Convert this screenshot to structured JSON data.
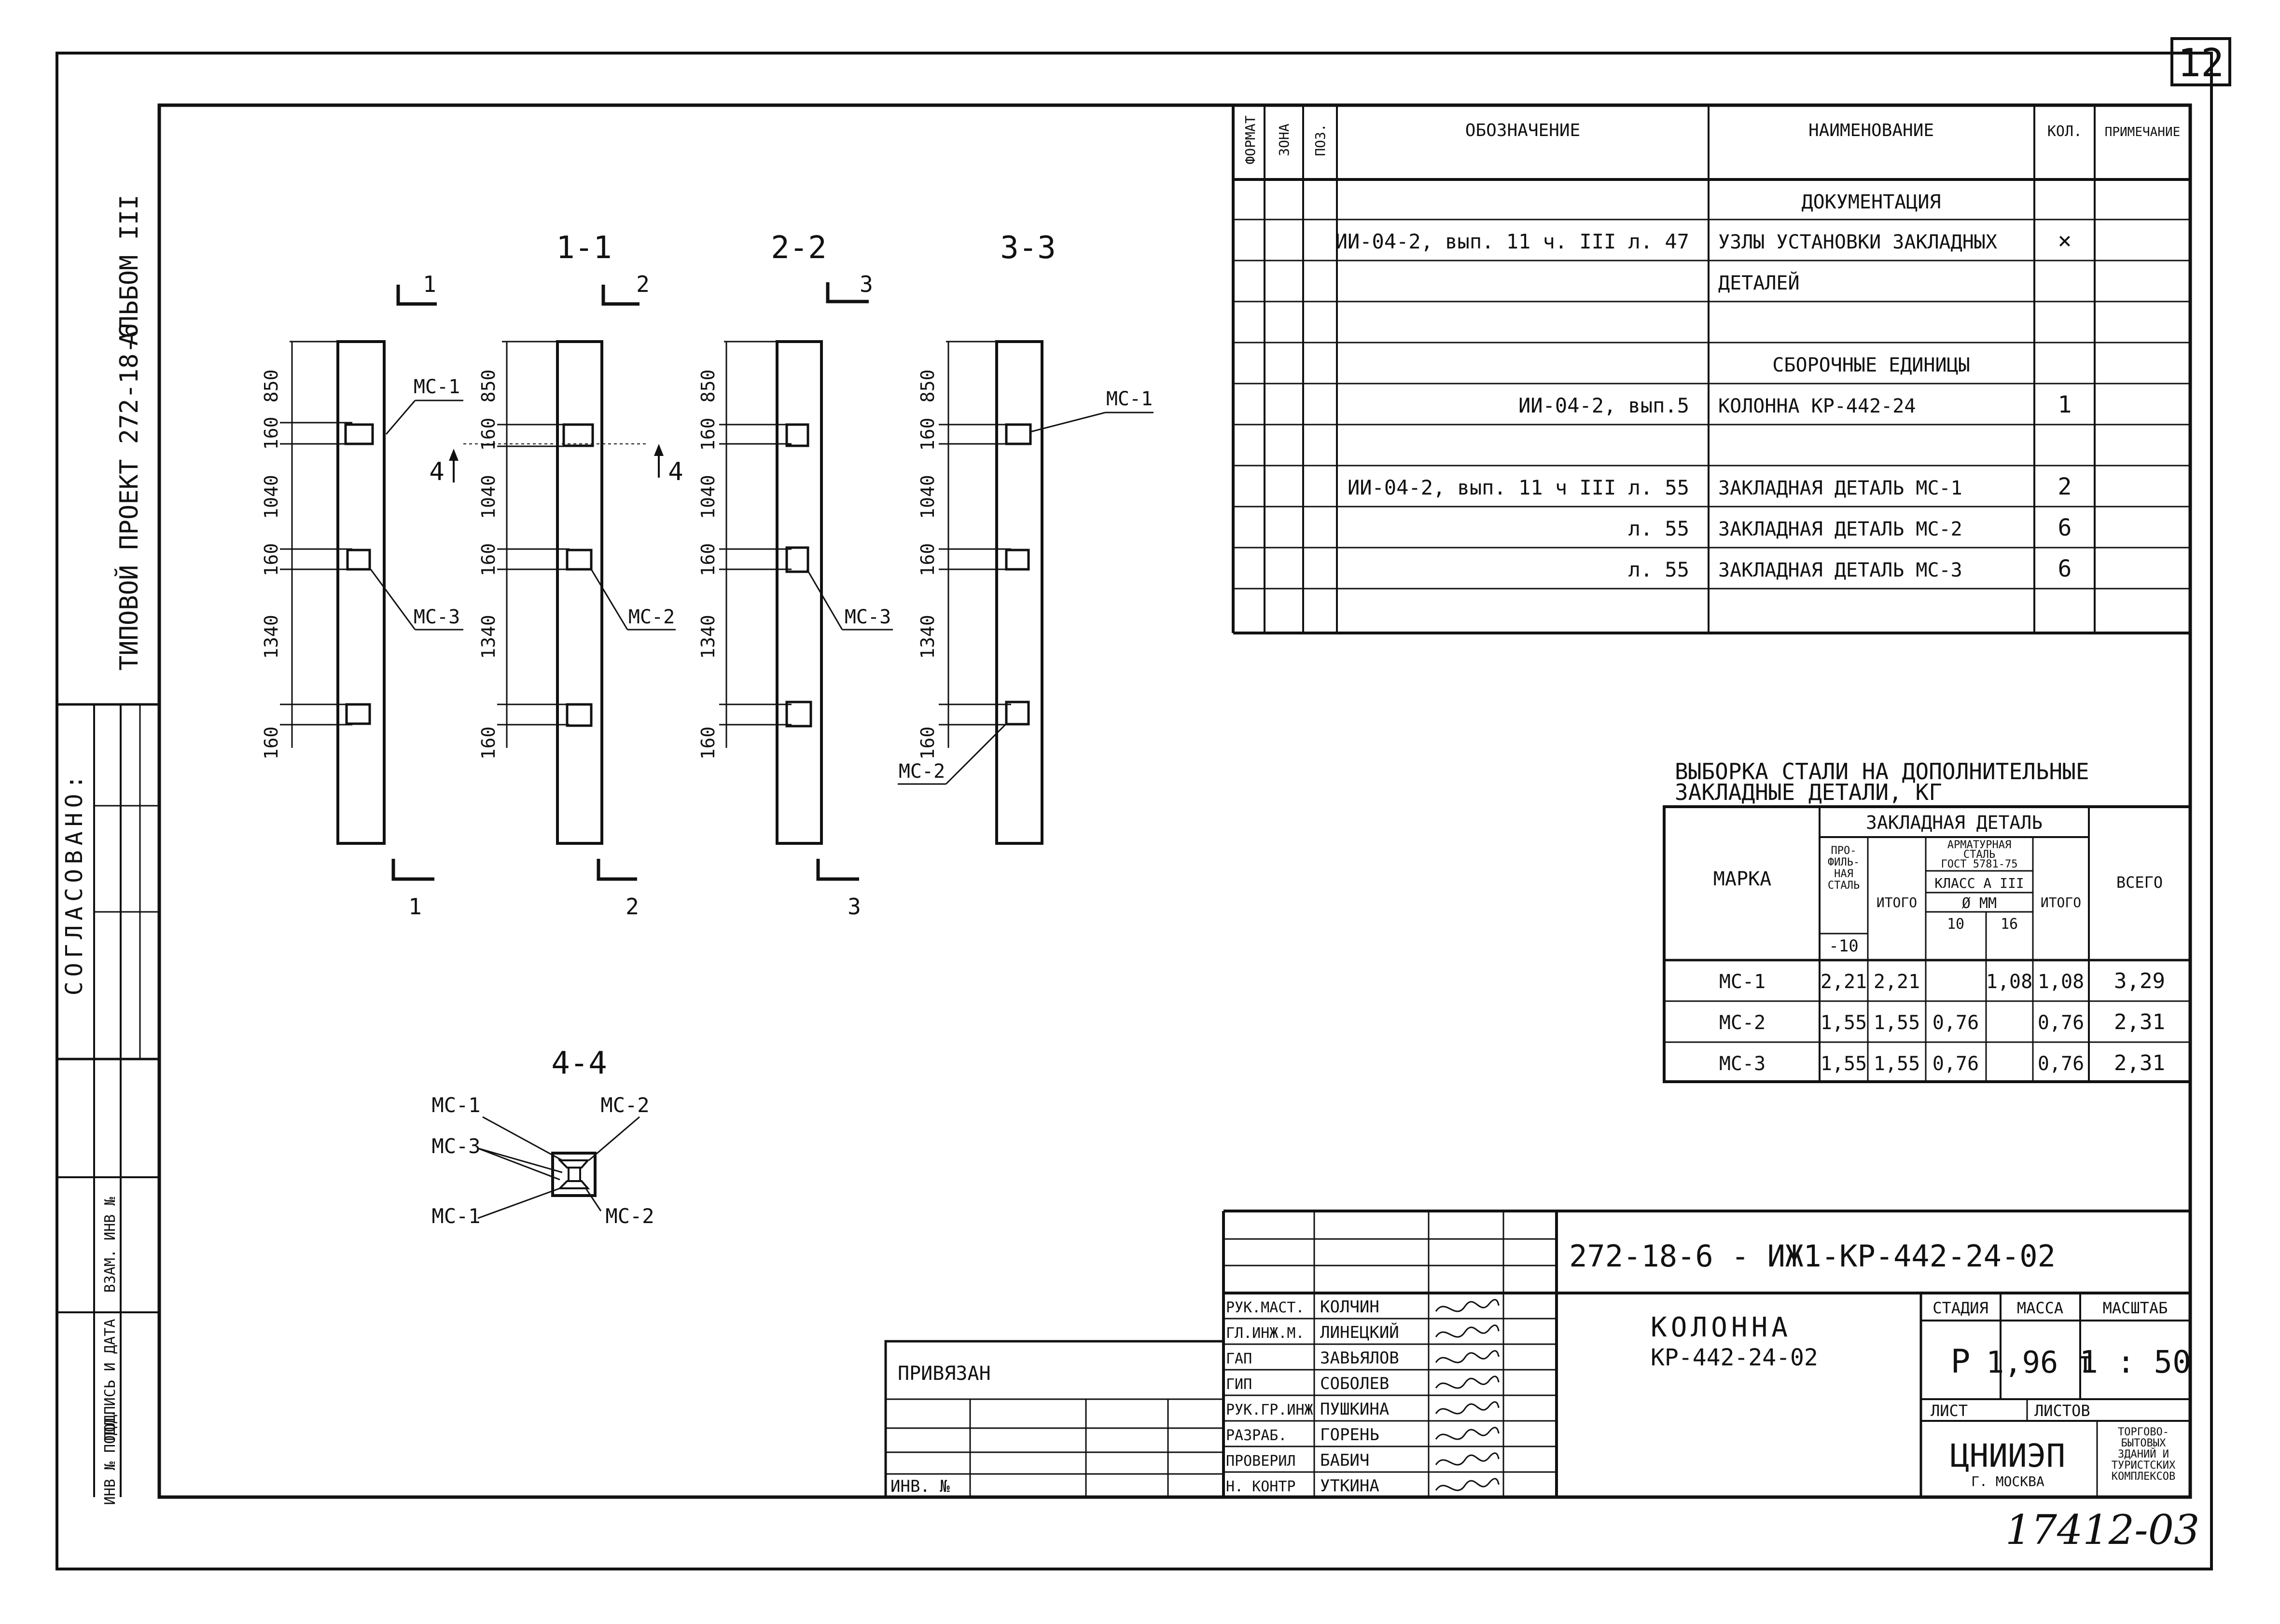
{
  "sheet_number": "12",
  "side_stamp": {
    "album": "АЛЬБОМ III",
    "project": "ТИПОВОЙ ПРОЕКТ 272-18-6",
    "agreed": "СОГЛАСОВАНО:",
    "col_inv_orig": "ИНВ № ПОДЛ.",
    "col_sign_date": "ПОДПИСЬ И ДАТА",
    "col_replace": "ВЗАМ. ИНВ №"
  },
  "sections": {
    "s11": {
      "title": "1-1",
      "cut": "1",
      "dims": [
        "850",
        "160",
        "1040",
        "160",
        "1340",
        "160"
      ],
      "labels": [
        "МС-1",
        "МС-3"
      ]
    },
    "s22": {
      "title": "2-2",
      "cut": "2",
      "dims": [
        "850",
        "160",
        "1040",
        "160",
        "1340",
        "160"
      ],
      "labels": [
        "МС-2"
      ]
    },
    "s33": {
      "title": "3-3",
      "cut": "3",
      "dims": [
        "850",
        "160",
        "1040",
        "160",
        "1340",
        "160"
      ],
      "labels": [
        "МС-3"
      ]
    },
    "s44": {
      "title": "3-3",
      "cut": "3",
      "dims": [
        "850",
        "160",
        "1040",
        "160",
        "1340",
        "160"
      ],
      "labels": [
        "МС-1",
        "МС-2"
      ]
    },
    "cut4": "4",
    "section44": {
      "title": "4-4",
      "labels": [
        "МС-1",
        "МС-3",
        "МС-1",
        "МС-2",
        "МС-2"
      ]
    }
  },
  "spec": {
    "headers": [
      "ФОРМАТ",
      "ЗОНА",
      "ПОЗ.",
      "ОБОЗНАЧЕНИЕ",
      "НАИМЕНОВАНИЕ",
      "КОЛ.",
      "ПРИМЕЧАНИЕ"
    ],
    "rows": [
      {
        "oboz": "",
        "name": "ДОКУМЕНТАЦИЯ",
        "qty": ""
      },
      {
        "oboz": "ИИ-04-2, вып. 11 ч. III  л. 47",
        "name": "УЗЛЫ УСТАНОВКИ ЗАКЛАДНЫХ",
        "qty": "×"
      },
      {
        "oboz": "",
        "name": "ДЕТАЛЕЙ",
        "qty": ""
      },
      {
        "oboz": "",
        "name": "",
        "qty": ""
      },
      {
        "oboz": "",
        "name": "СБОРОЧНЫЕ  ЕДИНИЦЫ",
        "qty": ""
      },
      {
        "oboz": "ИИ-04-2, вып.5",
        "name": "КОЛОННА  КР-442-24",
        "qty": "1"
      },
      {
        "oboz": "",
        "name": "",
        "qty": ""
      },
      {
        "oboz": "ИИ-04-2, вып. 11 ч III  л. 55",
        "name": "ЗАКЛАДНАЯ ДЕТАЛЬ  МС-1",
        "qty": "2"
      },
      {
        "oboz": "л. 55",
        "name": "ЗАКЛАДНАЯ ДЕТАЛЬ  МС-2",
        "qty": "6"
      },
      {
        "oboz": "л. 55",
        "name": "ЗАКЛАДНАЯ ДЕТАЛЬ  МС-3",
        "qty": "6"
      },
      {
        "oboz": "",
        "name": "",
        "qty": ""
      }
    ]
  },
  "steel": {
    "title1": "ВЫБОРКА СТАЛИ НА ДОПОЛНИТЕЛЬНЫЕ",
    "title2": "ЗАКЛАДНЫЕ ДЕТАЛИ, КГ",
    "h_marka": "МАРКА",
    "h_detail": "ЗАКЛАДНАЯ ДЕТАЛЬ",
    "h_prof1": "ПРО-",
    "h_prof2": "ФИЛЬ-",
    "h_prof3": "НАЯ",
    "h_prof4": "СТАЛЬ",
    "h_prof_size": "-10",
    "h_arm1": "АРМАТУРНАЯ",
    "h_arm2": "СТАЛЬ",
    "h_arm3": "ГОСТ 5781-75",
    "h_class": "КЛАСС А III",
    "h_diam": "Ø ММ",
    "h_d10": "10",
    "h_d16": "16",
    "h_itogo": "ИТОГО",
    "h_vsego": "ВСЕГО",
    "rows": [
      {
        "marka": "МС-1",
        "prof": "2,21",
        "itogo1": "2,21",
        "d10": "",
        "d16": "1,08",
        "itogo2": "1,08",
        "vsego": "3,29"
      },
      {
        "marka": "МС-2",
        "prof": "1,55",
        "itogo1": "1,55",
        "d10": "0,76",
        "d16": "",
        "itogo2": "0,76",
        "vsego": "2,31"
      },
      {
        "marka": "МС-3",
        "prof": "1,55",
        "itogo1": "1,55",
        "d10": "0,76",
        "d16": "",
        "itogo2": "0,76",
        "vsego": "2,31"
      }
    ]
  },
  "title_block": {
    "code": "272-18-6 - ИЖ1-КР-442-24-02",
    "name1": "КОЛОННА",
    "name2": "КР-442-24-02",
    "stage_h": "СТАДИЯ",
    "mass_h": "МАССА",
    "scale_h": "МАСШТАБ",
    "stage": "Р",
    "mass": "1,96 т",
    "scale": "1 : 50",
    "sheet_h": "ЛИСТ",
    "sheets_h": "ЛИСТОВ",
    "org": "ЦНИИЭП",
    "city": "Г. МОСКВА",
    "dept": [
      "ТОРГОВО-",
      "БЫТОВЫХ",
      "ЗДАНИЙ И",
      "ТУРИСТСКИХ",
      "КОМПЛЕКСОВ"
    ],
    "staff": [
      {
        "role": "РУК.МАСТ.",
        "name": "КОЛЧИН"
      },
      {
        "role": "ГЛ.ИНЖ.М.",
        "name": "ЛИНЕЦКИЙ"
      },
      {
        "role": "ГАП",
        "name": "ЗАВЬЯЛОВ"
      },
      {
        "role": "ГИП",
        "name": "СОБОЛЕВ"
      },
      {
        "role": "РУК.ГР.ИНЖ",
        "name": "ПУШКИНА"
      },
      {
        "role": "РАЗРАБ.",
        "name": "ГОРЕНЬ"
      },
      {
        "role": "ПРОВЕРИЛ",
        "name": "БАБИЧ"
      },
      {
        "role": "Н. КОНТР",
        "name": "УТКИНА"
      }
    ]
  },
  "binding": {
    "label": "ПРИВЯЗАН",
    "inv": "ИНВ. №"
  },
  "inventory_number": "17412-03"
}
